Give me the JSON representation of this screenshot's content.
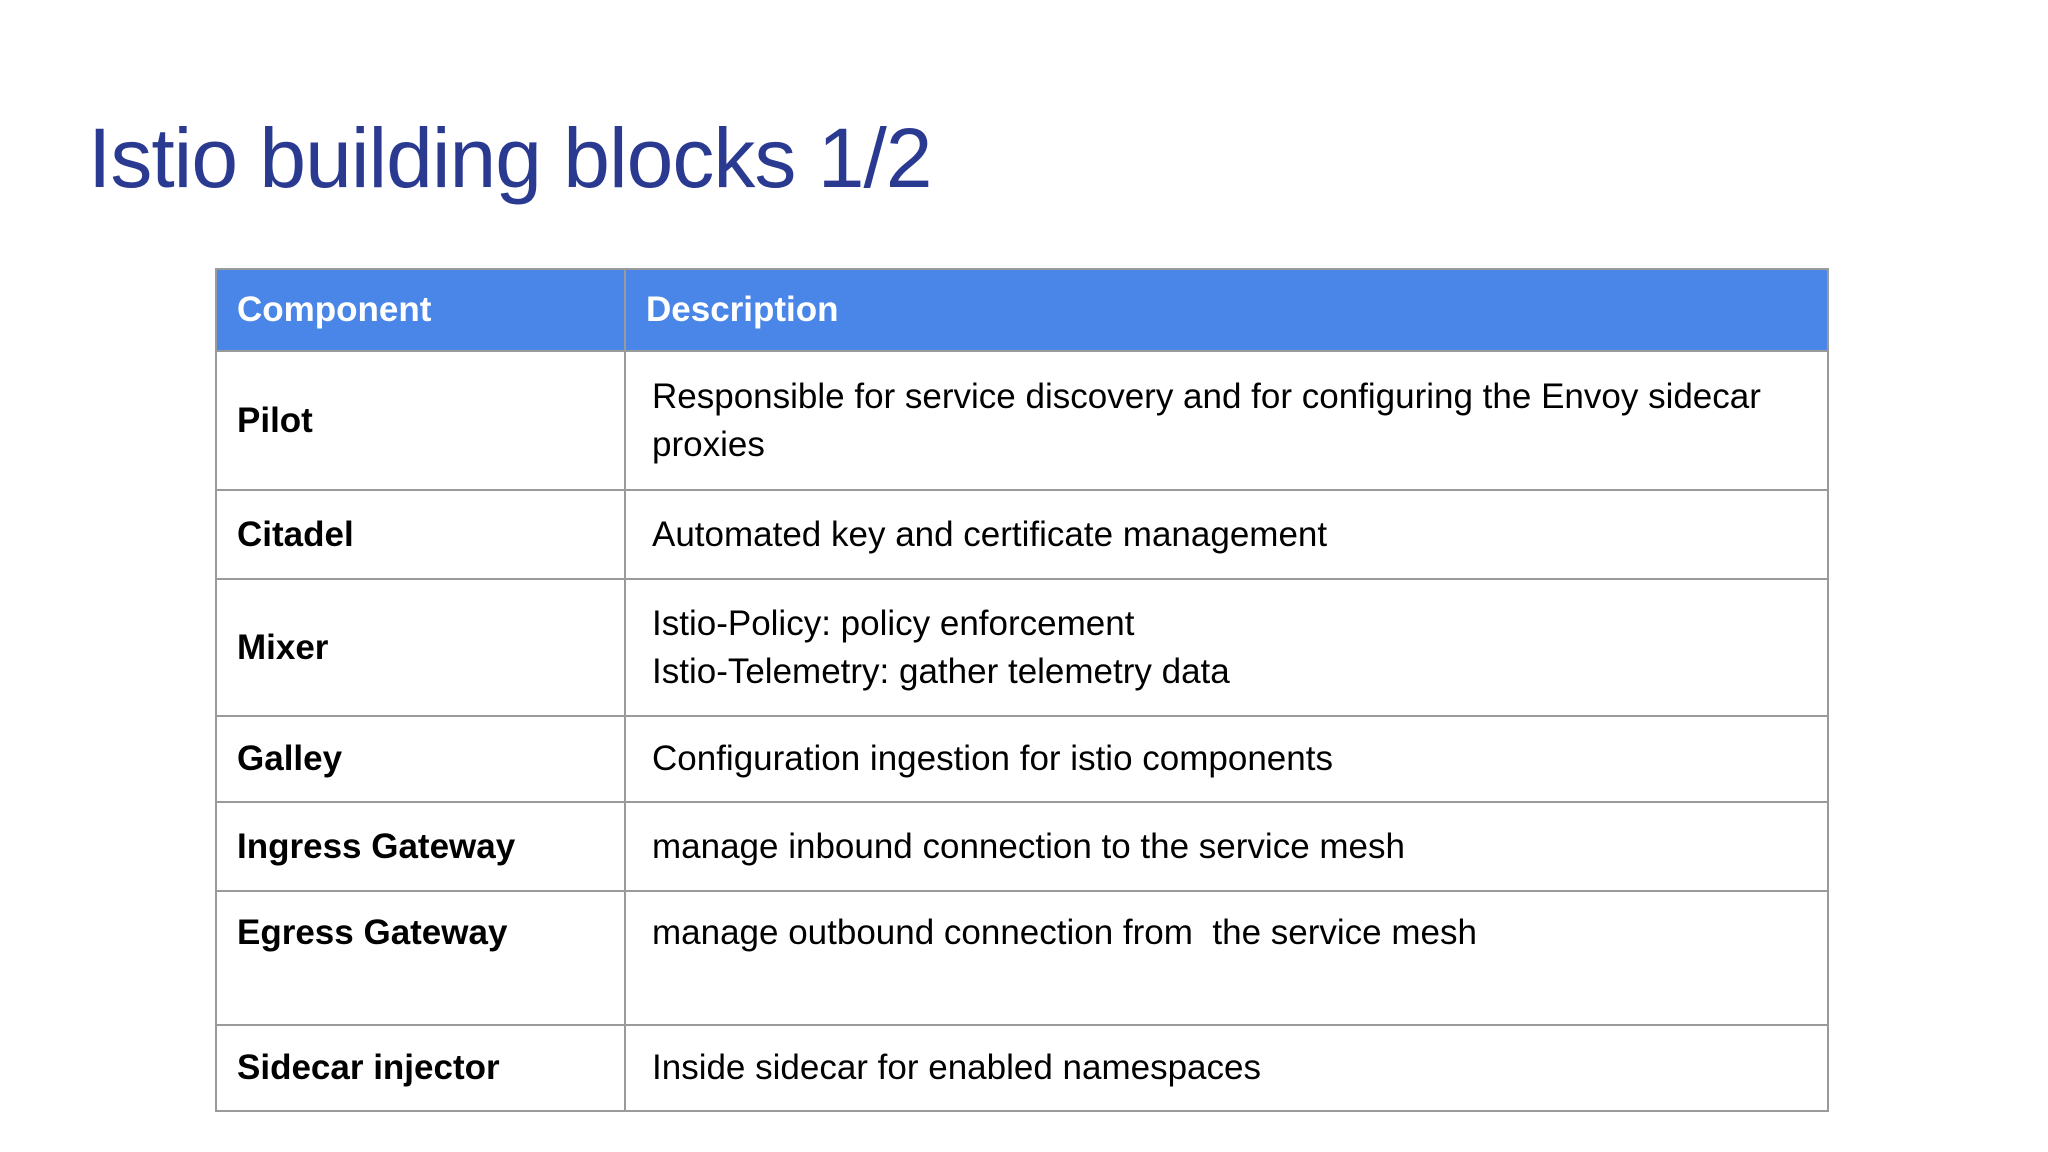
{
  "slide": {
    "title": "Istio building blocks 1/2"
  },
  "table": {
    "headers": [
      "Component",
      "Description"
    ],
    "rows": [
      {
        "component": "Pilot",
        "description": "Responsible for service discovery and for configuring the Envoy sidecar proxies"
      },
      {
        "component": "Citadel",
        "description": "Automated key and certificate management"
      },
      {
        "component": "Mixer",
        "description": "Istio-Policy: policy enforcement\nIstio-Telemetry: gather telemetry data"
      },
      {
        "component": "Galley",
        "description": "Configuration ingestion for istio components"
      },
      {
        "component": "Ingress Gateway",
        "description": "manage inbound connection to the service mesh"
      },
      {
        "component": "Egress Gateway",
        "description": "manage outbound connection from  the service mesh"
      },
      {
        "component": "Sidecar injector",
        "description": "Inside sidecar for enabled namespaces"
      }
    ]
  },
  "colors": {
    "title-color": "#2b3a91",
    "header-bg": "#4a86e8",
    "header-text": "#ffffff",
    "border-color": "#9a9a9a",
    "body-text": "#000000"
  }
}
